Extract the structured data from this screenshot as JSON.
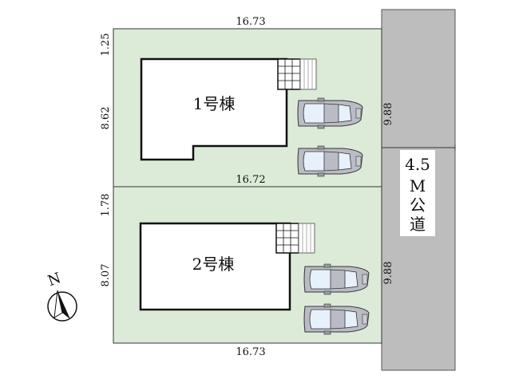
{
  "site_plan": {
    "lots": [
      {
        "building_label": "1号棟",
        "top_width": "16.73",
        "bottom_width": "16.72",
        "setback": "1.25",
        "building_depth": "8.62",
        "road_frontage": "9.88"
      },
      {
        "building_label": "2号棟",
        "bottom_width": "16.73",
        "setback": "1.78",
        "building_depth": "8.07",
        "road_frontage": "9.88"
      }
    ],
    "road": {
      "width_value": "4.5",
      "lines": [
        "M",
        "公",
        "道"
      ]
    },
    "compass": {
      "north_label": "N"
    }
  },
  "colors": {
    "lot_fill": "#dcebd8",
    "road_fill": "#bdbdbd",
    "building_fill": "#ffffff",
    "car_body": "#b9bcc4",
    "car_window": "#e7f1fb"
  }
}
